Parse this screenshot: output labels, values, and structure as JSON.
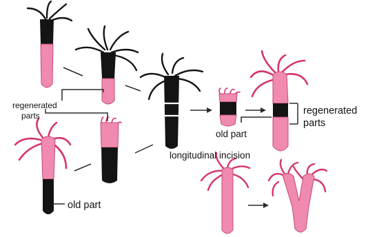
{
  "labels": {
    "regenerated_parts_left_line1": "regenerated",
    "regenerated_parts_left_line2": "parts",
    "old_part_middle": "old part",
    "regenerated_parts_right_line1": "regenerated",
    "regenerated_parts_right_line2": "parts",
    "longitudinal_incision": "longitudinal incision",
    "old_part_bottom": "old part"
  },
  "colors": {
    "pink_tissue": "#f08ab0",
    "pink_tentacle": "#d6336c",
    "black_tissue": "#141414",
    "line": "#2a2a2a"
  }
}
